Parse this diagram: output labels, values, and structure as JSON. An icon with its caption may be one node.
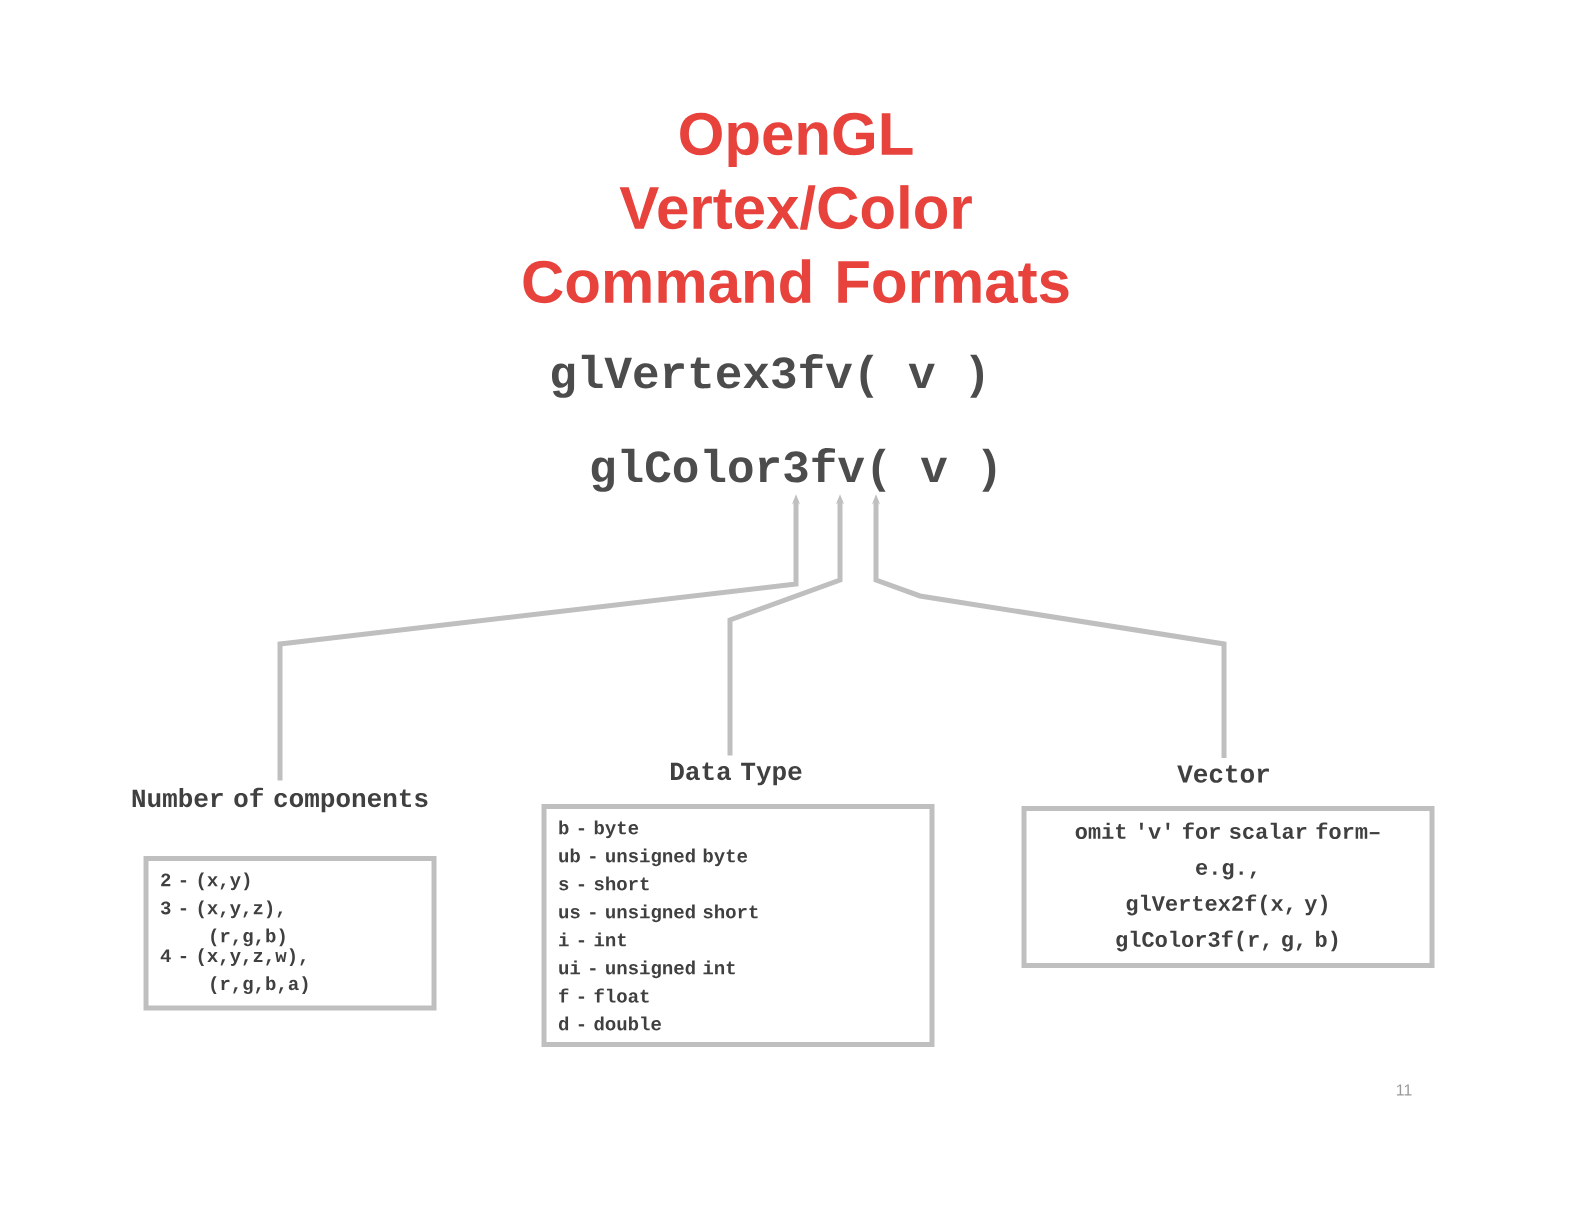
{
  "diagram": {
    "title": "OpenGL Vertex/Color Command Formats",
    "nodes": [
      {
        "text": [
          "glVertex3fv( v )"
        ]
      },
      {
        "text": [
          "glColor3fv( v )"
        ]
      },
      {
        "text": [
          "Number of components",
          "2 - (x,y)",
          "3 - (x,y,z), (r,g,b)",
          "4 - (x,y,z,w), (r,g,b,a)"
        ]
      },
      {
        "text": [
          "Data Type",
          "b - byte",
          "ub - unsigned byte",
          "s - short",
          "us - unsigned short",
          "i - int",
          "ui - unsigned int",
          "f - float",
          "d - double"
        ]
      },
      {
        "text": [
          "Vector",
          "omit 'v' for scalar form–",
          "e.g.,",
          "glVertex2f(x, y)",
          "glColor3f(r, g, b)"
        ]
      }
    ],
    "edges": [
      {
        "from": 2,
        "to": 1,
        "arrow": "to"
      },
      {
        "from": 3,
        "to": 1,
        "arrow": "to"
      },
      {
        "from": 4,
        "to": 1,
        "arrow": "to"
      }
    ],
    "labels": [
      "11"
    ]
  }
}
